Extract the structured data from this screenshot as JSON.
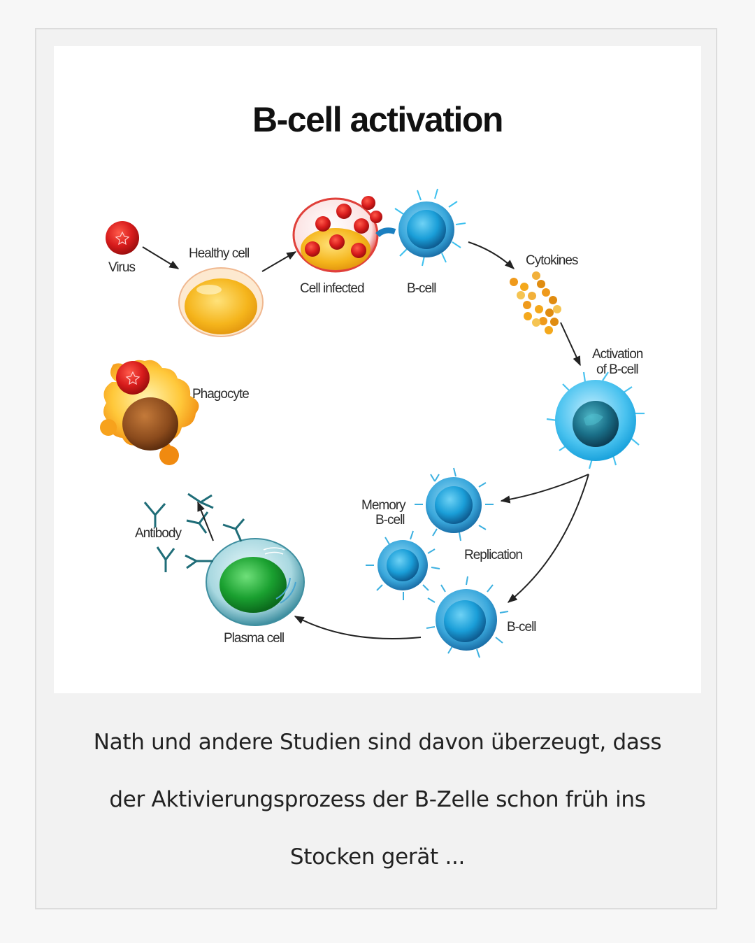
{
  "figure": {
    "title": "B-cell activation",
    "labels": {
      "virus": "Virus",
      "healthy_cell": "Healthy cell",
      "cell_infected": "Cell infected",
      "b_cell_top": "B-cell",
      "cytokines": "Cytokines",
      "activation_line1": "Activation",
      "activation_line2": "of B-cell",
      "memory_line1": "Memory",
      "memory_line2": "B-cell",
      "replication": "Replication",
      "b_cell_bottom": "B-cell",
      "plasma_cell": "Plasma cell",
      "antibody": "Antibody",
      "phagocyte": "Phagocyte"
    },
    "colors": {
      "virus_red": "#d81c1c",
      "cell_yellow": "#f5b51c",
      "bcell_blue": "#1a9ed8",
      "plasma_green": "#1aa030",
      "phagocyte_orange": "#f7a21c",
      "nucleus_brown": "#8a4a1c"
    }
  },
  "caption": {
    "line1": "Nath und andere Studien sind davon überzeugt, dass",
    "line2": "der Aktivierungsprozess der B-Zelle schon früh ins",
    "line3": "Stocken gerät ..."
  }
}
